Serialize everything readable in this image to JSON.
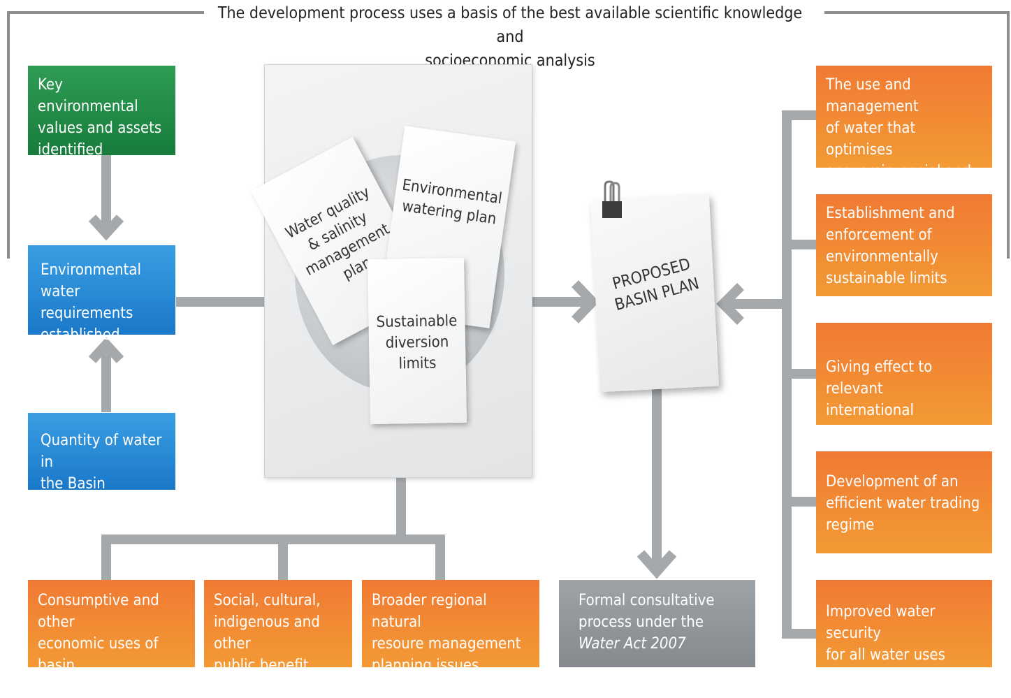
{
  "caption": "The development process uses a basis of the best available scientific knowledge and\nsocioeconomic analysis",
  "left_boxes": {
    "key_values": "Key environmental\nvalues and assets\nidentified",
    "env_requirements": "Environmental\nwater requirements\nestablished",
    "quantity": "Quantity of water in\nthe Basin assessed"
  },
  "documents": {
    "water_quality": "Water quality\n& salinity\nmanagement\nplan",
    "environmental_watering": "Environmental\nwatering plan",
    "sustainable_diversion": "Sustainable\ndiversion\nlimits"
  },
  "proposed_plan": "PROPOSED\nBASIN PLAN",
  "bottom_boxes": {
    "consumptive": "Consumptive and other\neconomic uses of basin\nwater resources",
    "social": "Social, cultural,\nindigenous and other\npublic benefit issues",
    "regional": "Broader regional natural\nresoure management\nplanning issues"
  },
  "consultative": {
    "line1": "Formal consultative",
    "line2": "process under the",
    "act": "Water Act 2007"
  },
  "right_boxes": {
    "use_management": "The use and management\nof water that optimises\neconomic, social and\nenvironmental outcomes",
    "limits": "Establishment and\nenforcement of\nenvironmentally\nsustainable limits",
    "international": "Giving effect to relevant\ninternational agreements",
    "trading": "Development of an\nefficient water trading\nregime",
    "security": "Improved water security\nfor all water uses"
  },
  "colors": {
    "green": "#177c3c",
    "blue": "#1a78c9",
    "orange": "#f07a33",
    "connector": "#a6a9ac"
  }
}
